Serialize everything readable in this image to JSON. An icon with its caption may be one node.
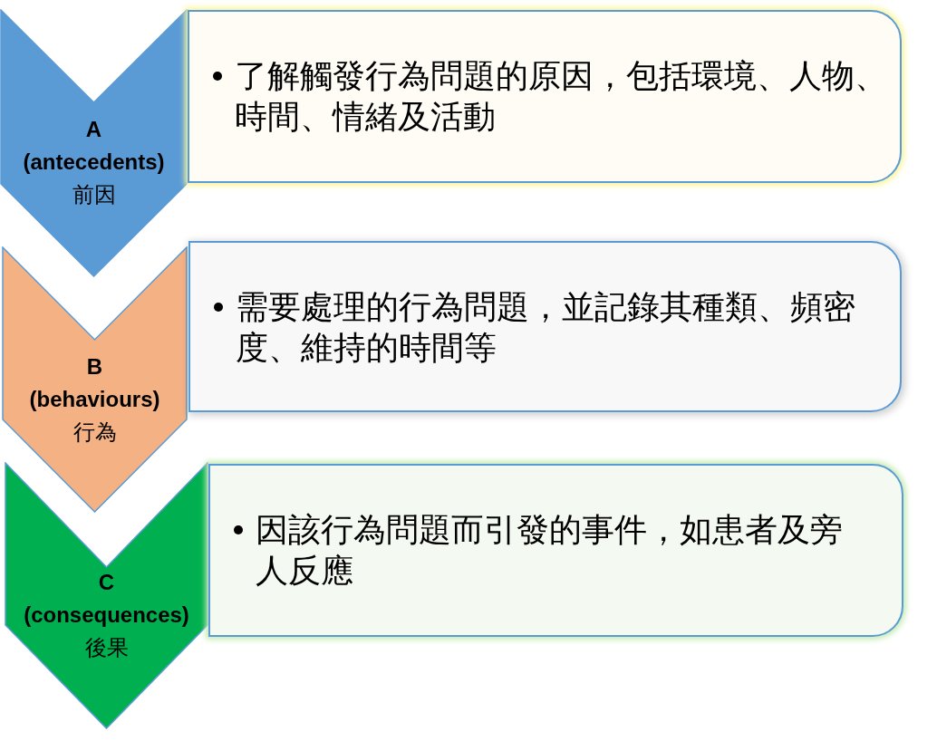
{
  "diagram": {
    "nodes": [
      {
        "text": [
          "A",
          "(antecedents)",
          "前因"
        ]
      },
      {
        "text": [
          "了解觸發行為問題的原因，包括環境、人物、時間、情緒及活動"
        ]
      },
      {
        "text": [
          "B",
          "(behaviours)",
          "行為"
        ]
      },
      {
        "text": [
          "需要處理的行為問題，並記錄其種類、頻密度、維持的時間等"
        ]
      },
      {
        "text": [
          "C",
          "(consequences)",
          "後果"
        ]
      },
      {
        "text": [
          "因該行為問題而引發的事件，如患者及旁人反應"
        ]
      }
    ]
  }
}
